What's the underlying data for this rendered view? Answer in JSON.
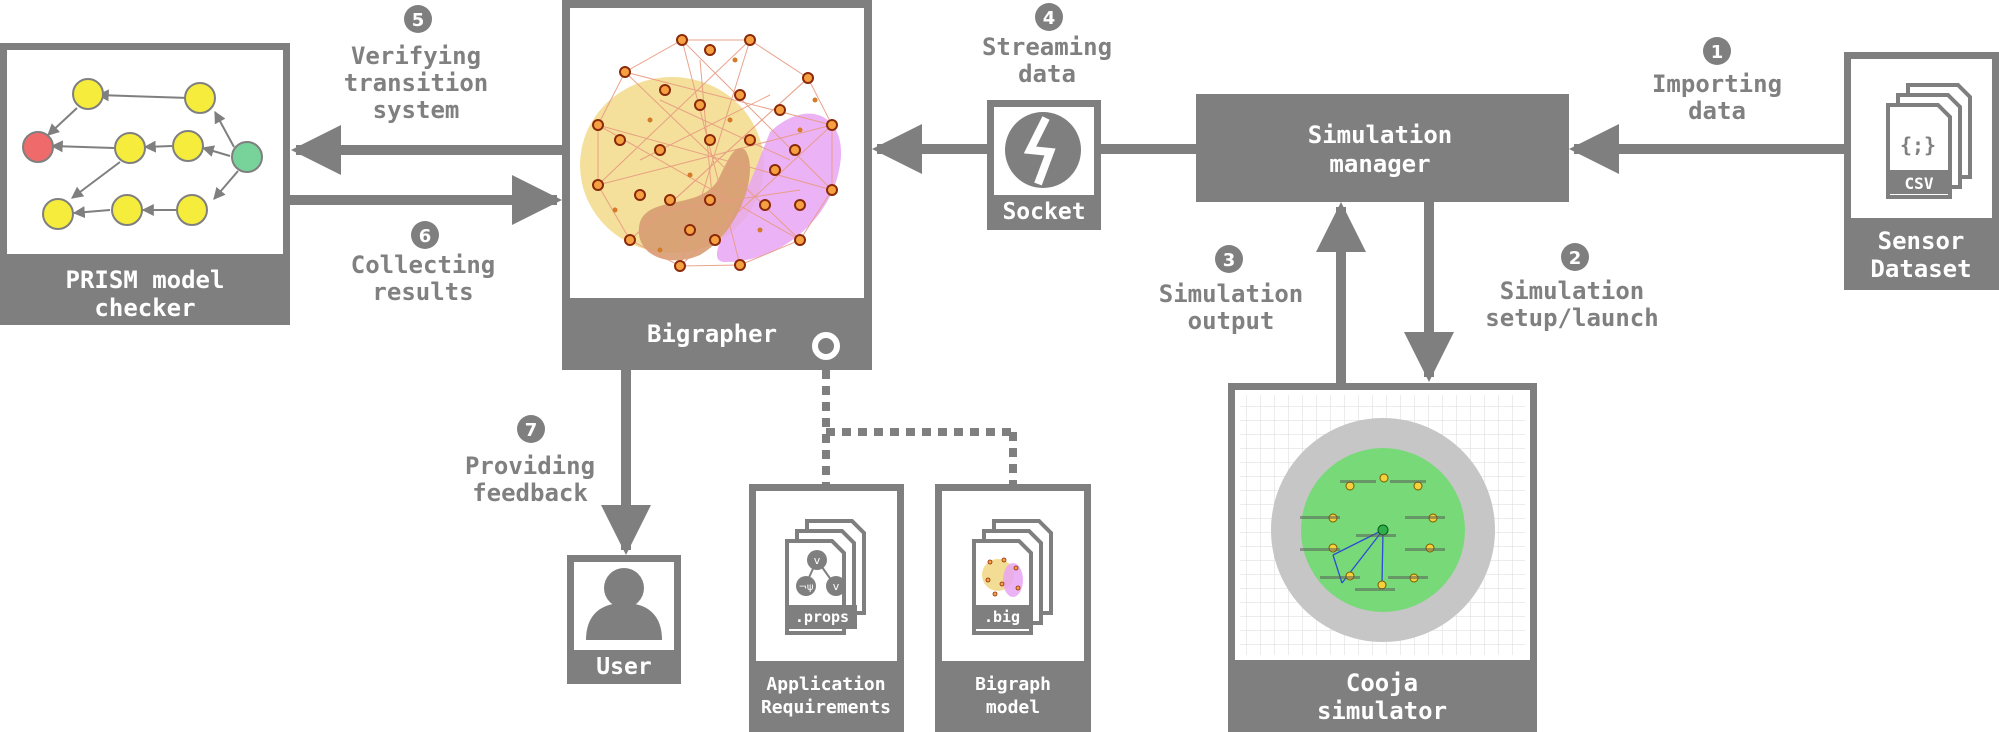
{
  "colors": {
    "frame": "#7f7f7f",
    "node_yellow": "#f5ec3c",
    "node_red": "#ef6b6b",
    "node_green": "#77d39a",
    "blob_yellow": "#f2d98a",
    "blob_pink": "#e7a6f3",
    "blob_brown": "#d79c72",
    "network_line": "#e89a80",
    "cooja_grey": "#c6c6c6",
    "cooja_green": "#78d979"
  },
  "boxes": {
    "prism": {
      "label_line1": "PRISM model",
      "label_line2": "checker"
    },
    "bigrapher": {
      "label": "Bigrapher"
    },
    "socket": {
      "label": "Socket"
    },
    "simulation_manager": {
      "label_line1": "Simulation",
      "label_line2": "manager"
    },
    "sensor_dataset": {
      "label_line1": "Sensor",
      "label_line2": "Dataset",
      "file_tag": "CSV",
      "file_glyph": "{;}"
    },
    "cooja": {
      "label_line1": "Cooja",
      "label_line2": "simulator"
    },
    "user": {
      "label": "User"
    },
    "app_requirements": {
      "label_line1": "Application",
      "label_line2": "Requirements",
      "file_tag": ".props"
    },
    "bigraph_model": {
      "label_line1": "Bigraph",
      "label_line2": "model",
      "file_tag": ".big"
    }
  },
  "steps": [
    {
      "num": "1",
      "line1": "Importing",
      "line2": "data"
    },
    {
      "num": "2",
      "line1": "Simulation",
      "line2": "setup/launch"
    },
    {
      "num": "3",
      "line1": "Simulation",
      "line2": "output"
    },
    {
      "num": "4",
      "line1": "Streaming",
      "line2": "data"
    },
    {
      "num": "5",
      "line1": "Verifying",
      "line2": "transition",
      "line3": "system"
    },
    {
      "num": "6",
      "line1": "Collecting",
      "line2": "results"
    },
    {
      "num": "7",
      "line1": "Providing",
      "line2": "feedback"
    }
  ],
  "props_icon_glyphs": [
    "v",
    "¬ψ",
    "v"
  ]
}
